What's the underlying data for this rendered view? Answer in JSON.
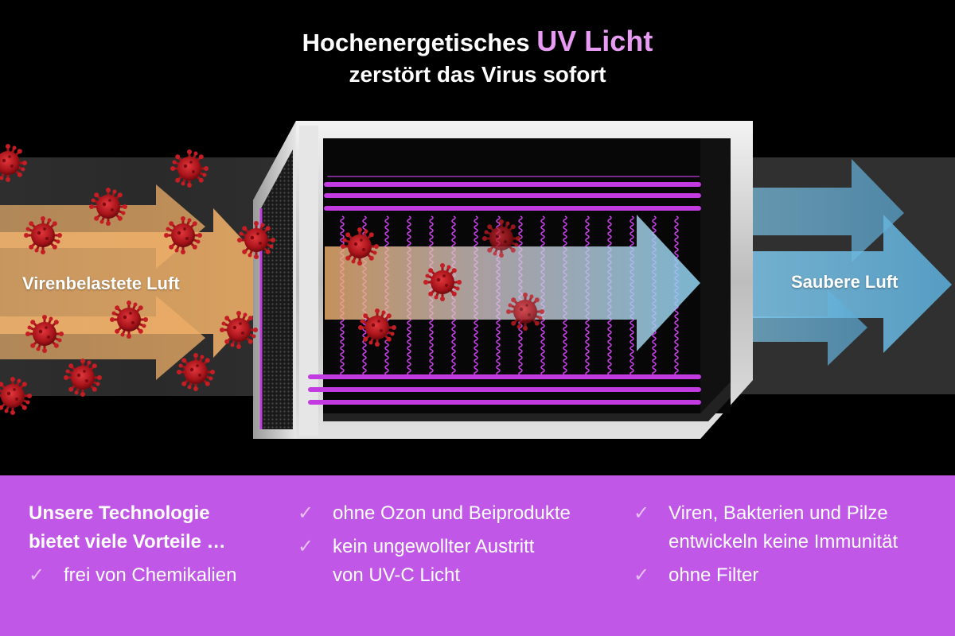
{
  "header": {
    "line1_prefix": "Hochenergetisches",
    "line1_accent": "UV Licht",
    "line2": "zerstört das Virus sofort"
  },
  "flow": {
    "inlet_label": "Virenbelastete Luft",
    "outlet_label": "Saubere Luft"
  },
  "benefits": {
    "intro_line1": "Unsere Technologie",
    "intro_line2": "bietet viele Vorteile …",
    "check_glyph": "✓",
    "items": [
      {
        "line1": "frei von Chemikalien"
      },
      {
        "line1": "ohne Ozon und Beiprodukte"
      },
      {
        "line1": "kein ungewollter Austritt",
        "line2": "von UV-C Licht"
      },
      {
        "line1": "Viren, Bakterien und Pilze",
        "line2": "entwickeln keine Immunität"
      },
      {
        "line1": "ohne Filter"
      }
    ]
  },
  "colors": {
    "background": "#000000",
    "uv_accent": "#e79bf2",
    "uv_lamp": "#c13be0",
    "panel": "#c157e7",
    "inlet_arrow": "#f2b46e",
    "outlet_arrow": "#6cb7dc",
    "virus": "#b3161c"
  }
}
